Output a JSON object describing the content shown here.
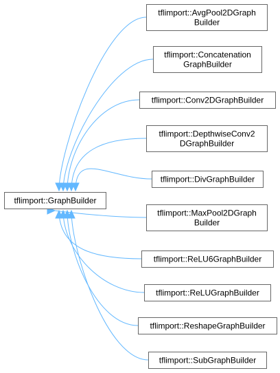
{
  "base": {
    "label": [
      "tflimport::GraphBuilder"
    ]
  },
  "derived": [
    {
      "label": [
        "tflimport::AvgPool2DGraph",
        "Builder"
      ]
    },
    {
      "label": [
        "tflimport::Concatenation",
        "GraphBuilder"
      ]
    },
    {
      "label": [
        "tflimport::Conv2DGraphBuilder"
      ]
    },
    {
      "label": [
        "tflimport::DepthwiseConv2",
        "DGraphBuilder"
      ]
    },
    {
      "label": [
        "tflimport::DivGraphBuilder"
      ]
    },
    {
      "label": [
        "tflimport::MaxPool2DGraph",
        "Builder"
      ]
    },
    {
      "label": [
        "tflimport::ReLU6GraphBuilder"
      ]
    },
    {
      "label": [
        "tflimport::ReLUGraphBuilder"
      ]
    },
    {
      "label": [
        "tflimport::ReshapeGraphBuilder"
      ]
    },
    {
      "label": [
        "tflimport::SubGraphBuilder"
      ]
    }
  ],
  "colors": {
    "edge": "#63b8ff",
    "border": "#666666",
    "text": "#000000",
    "background": "#ffffff"
  }
}
